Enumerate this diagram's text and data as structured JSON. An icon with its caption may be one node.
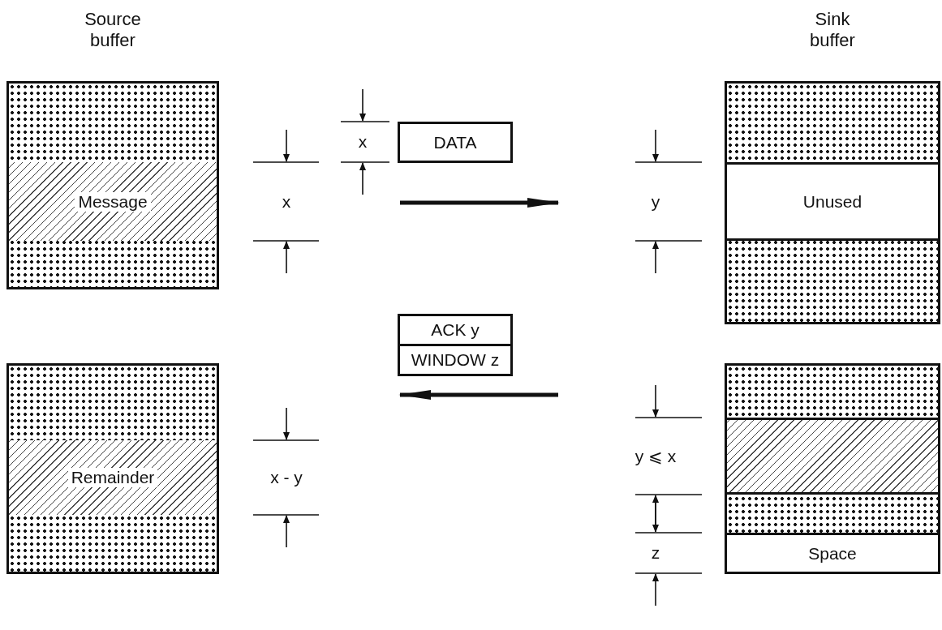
{
  "diagram": {
    "nodes": [
      {
        "text": [
          "Source buffer"
        ]
      },
      {
        "text": [
          "Message"
        ],
        "in": 0
      },
      {
        "text": [
          "DATA"
        ]
      },
      {
        "text": [
          "Sink buffer"
        ]
      },
      {
        "text": [
          "Unused"
        ],
        "in": 3
      },
      {
        "text": [],
        "shape": "box"
      },
      {
        "text": [
          "Remainder"
        ],
        "in": 5
      },
      {
        "text": [
          "ACK y"
        ]
      },
      {
        "text": [
          "WINDOW z"
        ]
      },
      {
        "text": [],
        "shape": "box"
      },
      {
        "text": [],
        "shape": "bar",
        "in": 9
      },
      {
        "text": [
          "Space"
        ],
        "in": 9
      }
    ],
    "labels": [
      "x",
      "x",
      "y",
      "x - y",
      "y ⩽ x",
      "z"
    ]
  }
}
